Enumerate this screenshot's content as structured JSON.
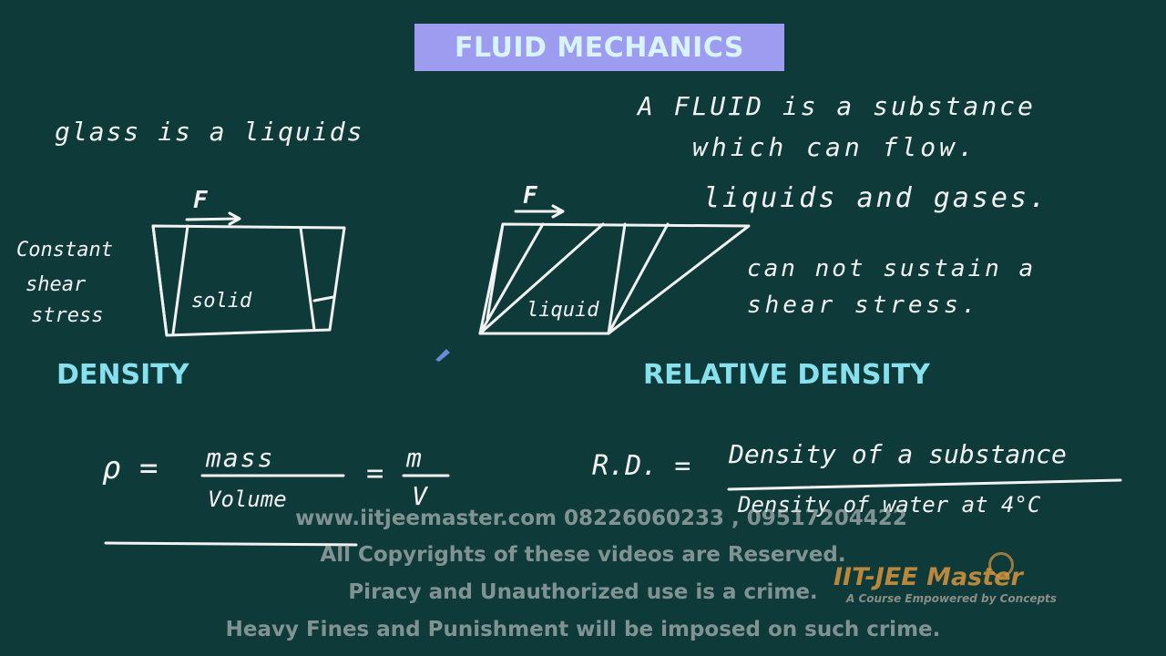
{
  "title": "FLUID MECHANICS",
  "headings": {
    "density": "DENSITY",
    "relative_density": "RELATIVE DENSITY"
  },
  "notes": {
    "glass": "glass is a liquids",
    "definition_line1": "A FLUID is a substance",
    "definition_line2": "which can flow.",
    "liquids_gases": "liquids and gases.",
    "shear_line1": "can not sustain a",
    "shear_line2": "shear stress.",
    "constant_line1": "Constant",
    "constant_line2": "shear",
    "constant_line3": "stress",
    "force_solid": "F",
    "force_liquid": "F",
    "solid": "solid",
    "liquid": "liquid"
  },
  "formulas": {
    "rho": "ρ =",
    "mass": "mass",
    "volume": "Volume",
    "equals": "=",
    "m": "m",
    "v": "V",
    "rd": "R.D. =",
    "rd_num": "Density of a substance",
    "rd_den": "Density of water at 4°C"
  },
  "watermark": {
    "contact": "www.iitjeemaster.com 08226060233 , 09517204422",
    "copyright": "All Copyrights of these videos are Reserved.",
    "piracy": "Piracy and Unauthorized use is a crime.",
    "fines": "Heavy Fines and Punishment will be imposed on such crime."
  },
  "logo": {
    "name": "IIT-JEE Master",
    "tagline": "A Course Empowered by Concepts"
  }
}
